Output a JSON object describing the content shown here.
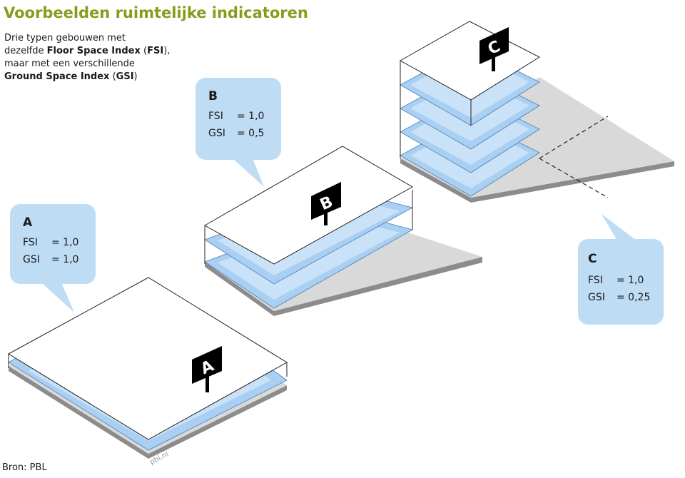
{
  "title": "Voorbeelden ruimtelijke indicatoren",
  "intro": {
    "line1": "Drie typen gebouwen met",
    "line2_pre": "dezelfde ",
    "fsi_term": "Floor Space Index",
    "fsi_paren_open": " (",
    "fsi_abbr": "FSI",
    "fsi_paren_close": "),",
    "line3": "maar met een verschillende",
    "gsi_term": "Ground Space Index",
    "gsi_paren_open": " (",
    "gsi_abbr": "GSI",
    "gsi_paren_close": ")"
  },
  "buildings": [
    {
      "id": "A",
      "label": "A",
      "fsi_key": "FSI",
      "fsi_value": "= 1,0",
      "gsi_key": "GSI",
      "gsi_value": "= 1,0",
      "floors": 1
    },
    {
      "id": "B",
      "label": "B",
      "fsi_key": "FSI",
      "fsi_value": "= 1,0",
      "gsi_key": "GSI",
      "gsi_value": "= 0,5",
      "floors": 2
    },
    {
      "id": "C",
      "label": "C",
      "fsi_key": "FSI",
      "fsi_value": "= 1,0",
      "gsi_key": "GSI",
      "gsi_value": "= 0,25",
      "floors": 4
    }
  ],
  "source": "Bron: PBL",
  "watermark": "pbl.nl",
  "colors": {
    "title": "#8a9a1a",
    "floor_blue": "#a9cff2",
    "floor_blue_light": "#c9e2f8",
    "callout": "#bfdcf5",
    "plot_gray": "#d9d9d9",
    "plot_edge": "#8c8c8c",
    "sign": "#000000"
  }
}
